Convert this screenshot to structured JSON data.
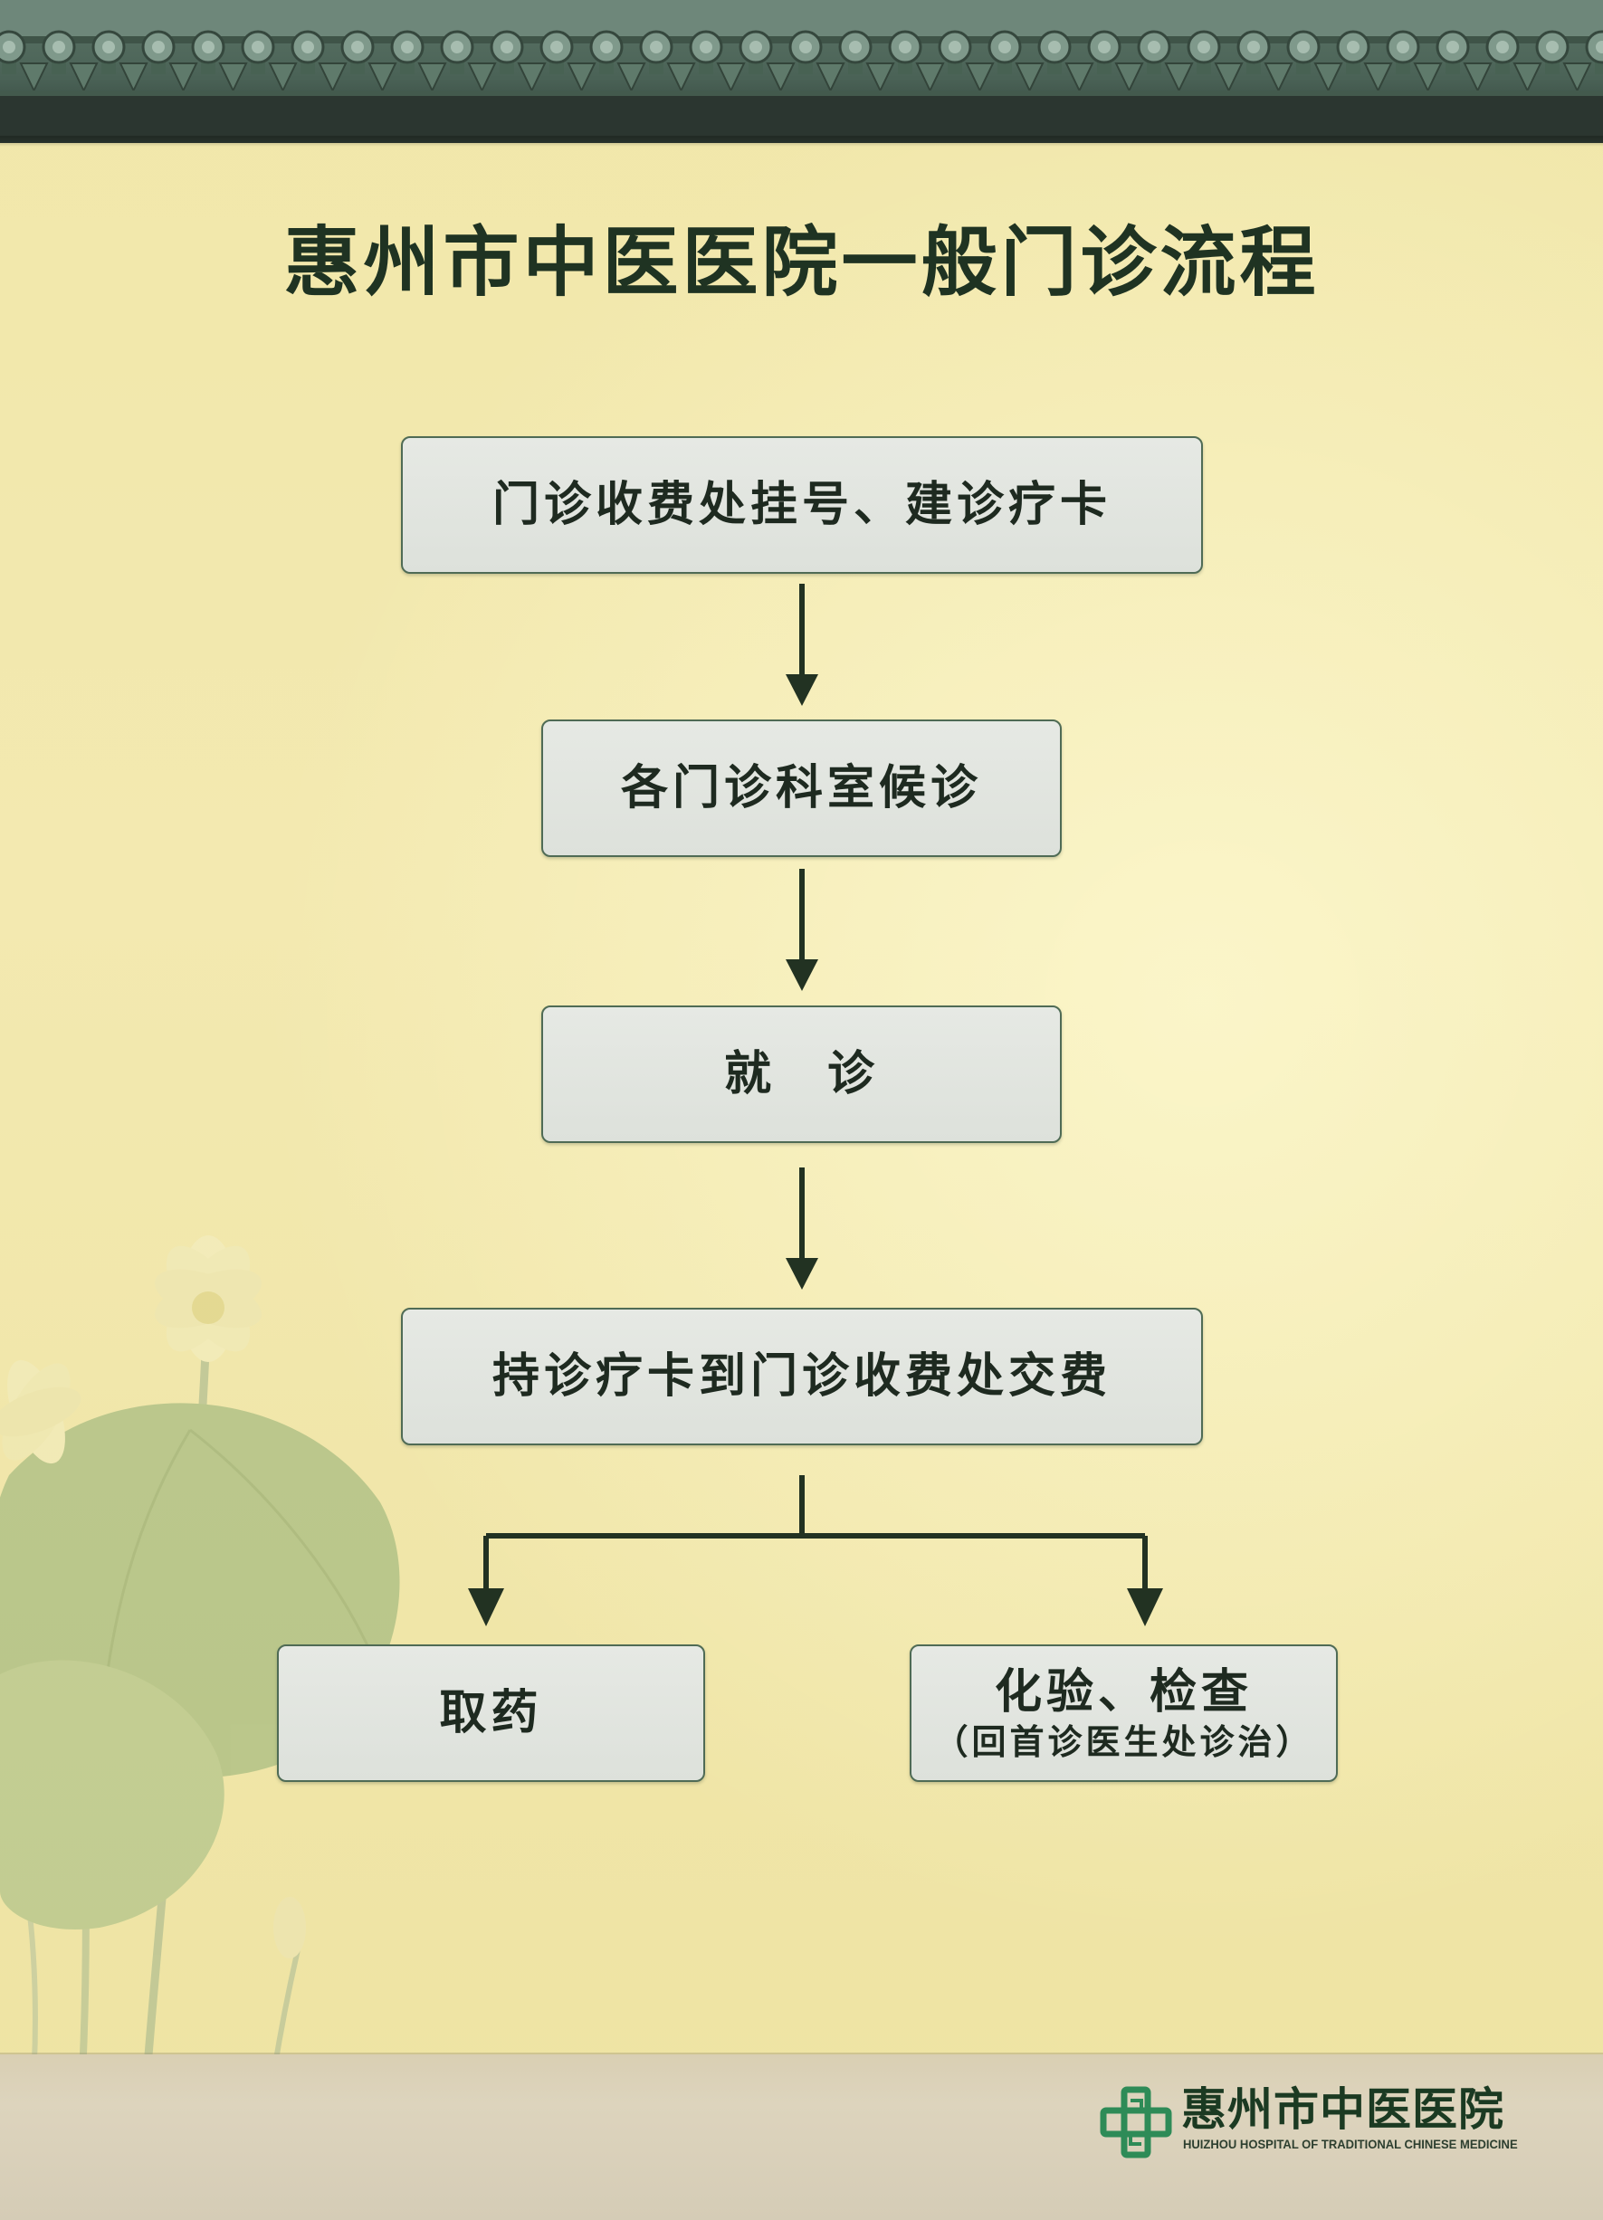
{
  "title": "惠州市中医医院一般门诊流程",
  "flow": {
    "step1": "门诊收费处挂号、建诊疗卡",
    "step2": "各门诊科室候诊",
    "step3": "就　诊",
    "step4": "持诊疗卡到门诊收费处交费",
    "branch_left": "取药",
    "branch_right_main": "化验、检查",
    "branch_right_sub": "（回首诊医生处诊治）"
  },
  "footer": {
    "hospital_name": "惠州市中医医院",
    "hospital_name_en": "HUIZHOU HOSPITAL OF TRADITIONAL CHINESE MEDICINE"
  },
  "colors": {
    "background": "#efe5a6",
    "box_fill": "#e3e6e1",
    "box_border": "#4f6b55",
    "arrow": "#223222",
    "title": "#1f3322",
    "logo_green": "#2e8b57"
  },
  "icons": {
    "logo": "hospital-cross-logo-icon",
    "decoration": "lotus-flower-icon"
  }
}
